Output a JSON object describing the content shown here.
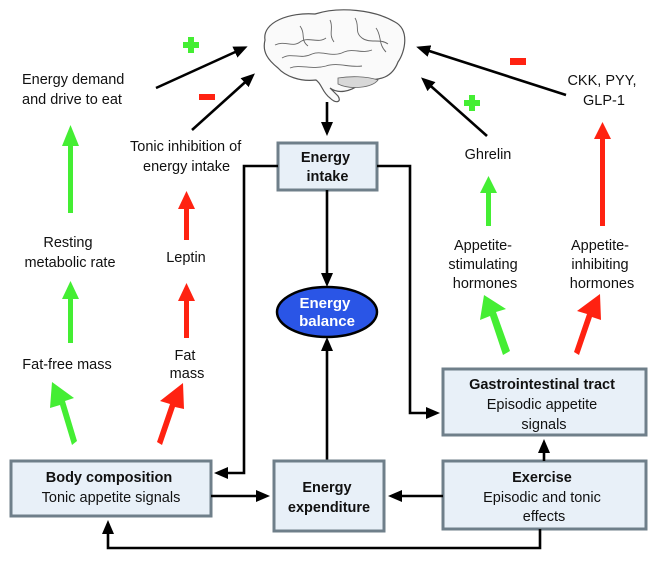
{
  "colors": {
    "positive": "#44ee33",
    "negative": "#ff2211",
    "box_fill": "#e8f0f8",
    "box_border": "#6f7f8a",
    "ellipse_fill": "#2a55e6",
    "line": "#000000"
  },
  "brain": {
    "icon": "brain-icon"
  },
  "labels": {
    "energy_demand": [
      "Energy demand",
      "and drive to eat"
    ],
    "tonic_inhibition": [
      "Tonic inhibition of",
      "energy intake"
    ],
    "resting_metabolic_rate": [
      "Resting",
      "metabolic rate"
    ],
    "leptin": [
      "Leptin"
    ],
    "fat_free_mass": [
      "Fat-free mass"
    ],
    "fat_mass": [
      "Fat",
      "mass"
    ],
    "ghrelin": [
      "Ghrelin"
    ],
    "ckk": [
      "CKK, PYY,",
      "GLP-1"
    ],
    "appetite_stimulating": [
      "Appetite-",
      "stimulating",
      "hormones"
    ],
    "appetite_inhibiting": [
      "Appetite-",
      "inhibiting",
      "hormones"
    ]
  },
  "signs": {
    "energy_demand": "+",
    "tonic_inhibition": "-",
    "ghrelin": "+",
    "ckk": "-"
  },
  "boxes": {
    "energy_intake": {
      "title": [
        "Energy",
        "intake"
      ],
      "subtitle": []
    },
    "energy_expenditure": {
      "title": [
        "Energy",
        "expenditure"
      ],
      "subtitle": []
    },
    "body_composition": {
      "title": [
        "Body composition"
      ],
      "subtitle": [
        "Tonic appetite signals"
      ]
    },
    "gastrointestinal": {
      "title": [
        "Gastrointestinal tract"
      ],
      "subtitle": [
        "Episodic appetite",
        "signals"
      ]
    },
    "exercise": {
      "title": [
        "Exercise"
      ],
      "subtitle": [
        "Episodic and tonic",
        "effects"
      ]
    }
  },
  "energy_balance": {
    "text": [
      "Energy",
      "balance"
    ]
  }
}
